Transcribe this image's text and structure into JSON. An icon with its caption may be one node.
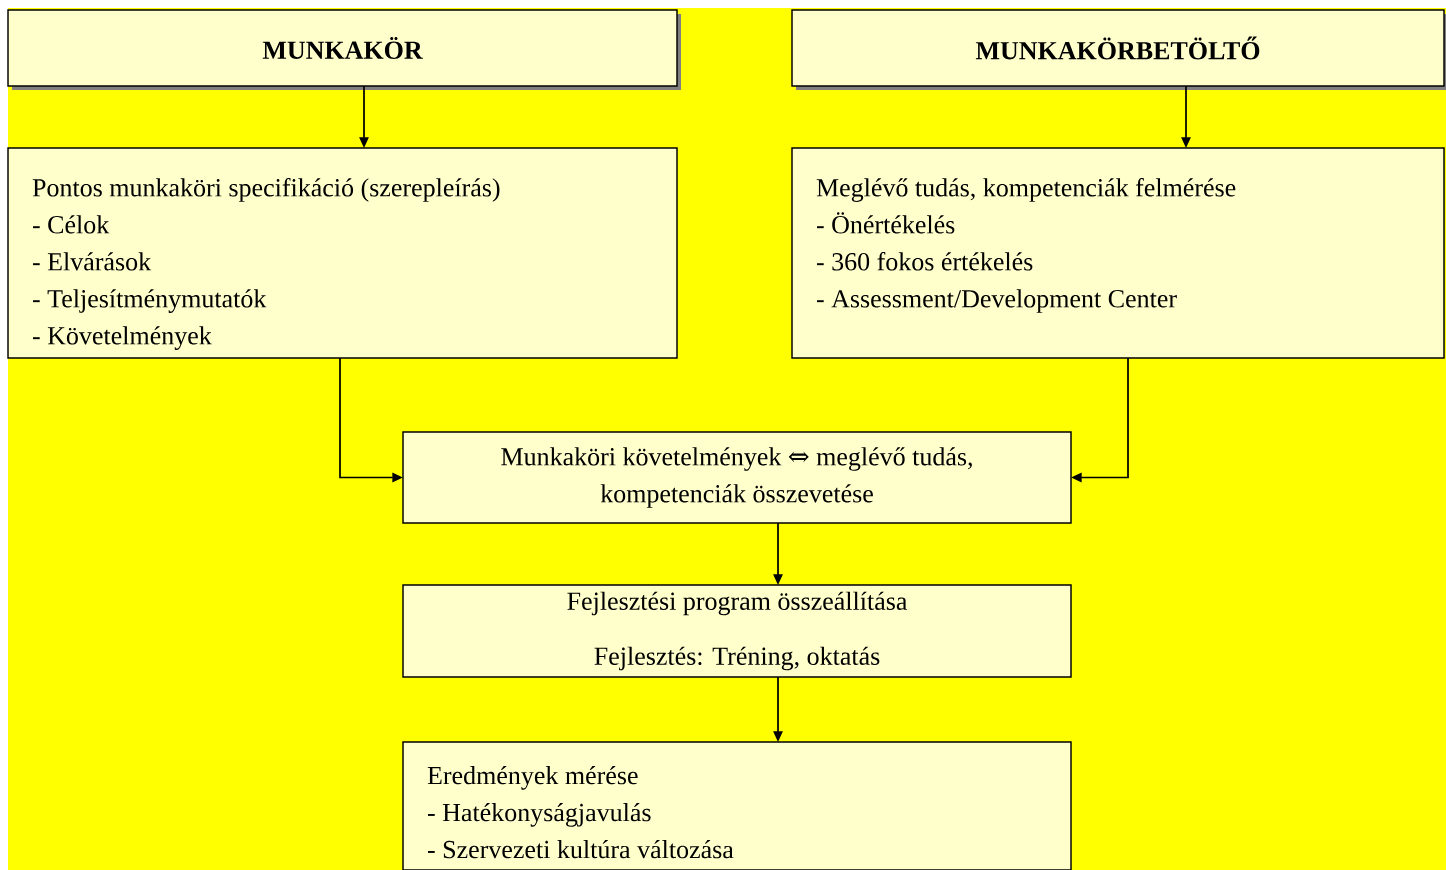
{
  "diagram": {
    "nodes": [
      {
        "text": [
          "MUNKAKÖR"
        ]
      },
      {
        "text": [
          "MUNKAKÖRBETÖLTŐ"
        ]
      },
      {
        "text": [
          "Pontos munkaköri specifikáció (szerepleírás)",
          "- Célok",
          "- Elvárások",
          "- Teljesítménymutatók",
          "- Követelmények"
        ]
      },
      {
        "text": [
          "Meglévő tudás, kompetenciák felmérése",
          "- Önértékelés",
          "- 360 fokos értékelés",
          "- Assessment/Development Center"
        ]
      },
      {
        "text": [
          "Munkaköri követelmények ⇔ meglévő tudás, kompetenciák összevetése"
        ]
      },
      {
        "text": [
          "Fejlesztési program összeállítása",
          "Fejlesztés: Tréning, oktatás"
        ]
      },
      {
        "text": [
          "Eredmények mérése",
          "- Hatékonyságjavulás",
          "- Szervezeti kultúra változása"
        ]
      }
    ],
    "edges": [
      {
        "from": 0,
        "to": 2,
        "arrow": "to"
      },
      {
        "from": 1,
        "to": 3,
        "arrow": "to"
      },
      {
        "from": 2,
        "to": 4,
        "arrow": "to"
      },
      {
        "from": 3,
        "to": 4,
        "arrow": "to"
      },
      {
        "from": 4,
        "to": 5,
        "arrow": "to"
      },
      {
        "from": 5,
        "to": 6,
        "arrow": "to"
      }
    ]
  }
}
